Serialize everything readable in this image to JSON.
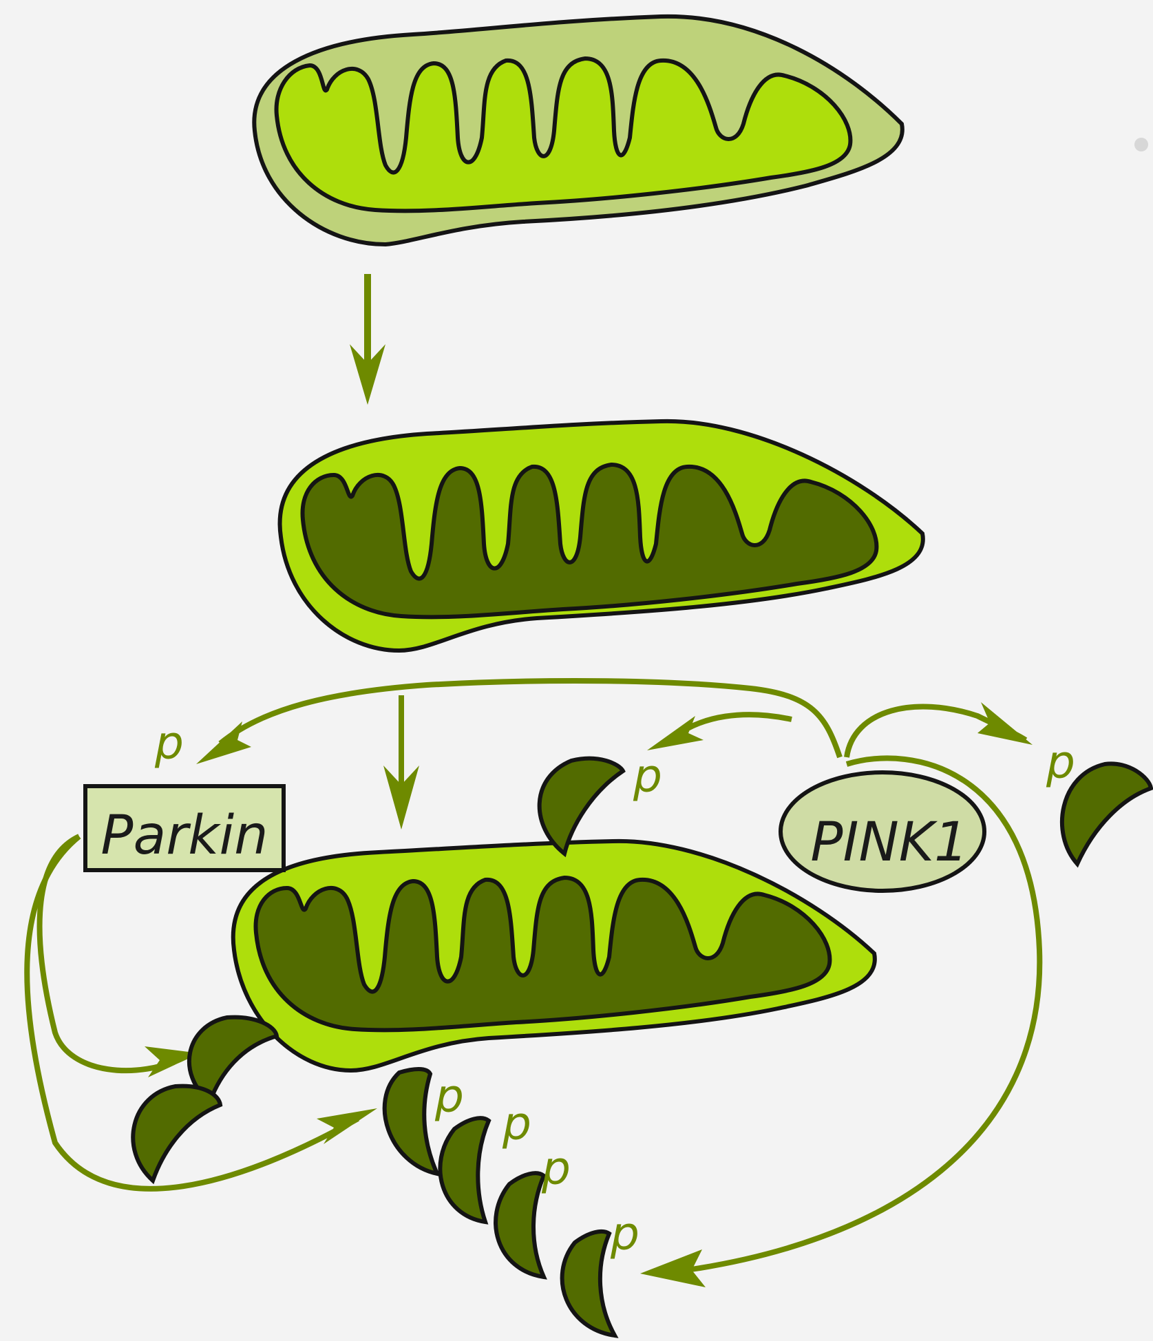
{
  "labels": {
    "parkin": "Parkin",
    "pink1": "PINK1",
    "phospho": "p"
  },
  "colors": {
    "background": "#f3f3f3",
    "arrow": "#6e8a00",
    "outer_healthy": "#bed27a",
    "matrix_bright": "#aede0c",
    "matrix_dark": "#526b00",
    "parkin_box": "#d6e4ad",
    "pink1_ellipse": "#cfdca5",
    "outline": "#141414"
  }
}
